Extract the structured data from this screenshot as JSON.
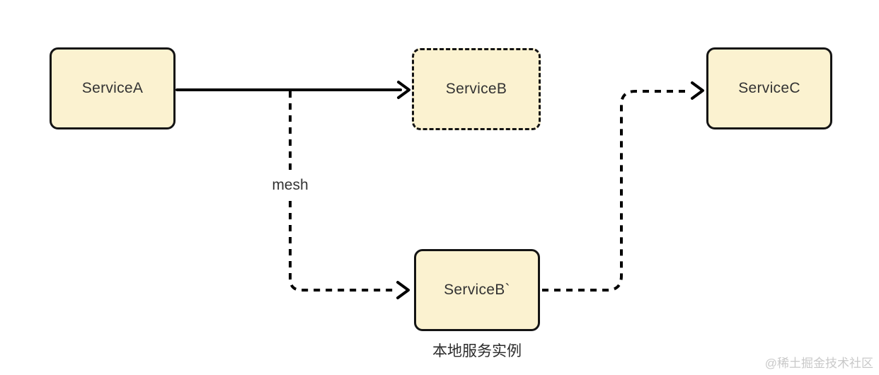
{
  "diagram": {
    "title_implicit": "service mesh local instance routing",
    "nodes": {
      "serviceA": {
        "label": "ServiceA",
        "border": "solid"
      },
      "serviceB": {
        "label": "ServiceB",
        "border": "dashed"
      },
      "serviceC": {
        "label": "ServiceC",
        "border": "solid"
      },
      "serviceBLocal": {
        "label": "ServiceB`",
        "border": "solid",
        "caption": "本地服务实例"
      }
    },
    "edges": {
      "a_to_b": {
        "style": "solid",
        "label": ""
      },
      "a_to_b_local": {
        "style": "dashed",
        "label": "mesh"
      },
      "b_local_to_c": {
        "style": "dashed",
        "label": ""
      }
    },
    "colors": {
      "node_fill": "#FBF2D0",
      "node_border": "#141414",
      "edge_stroke": "#000000",
      "label_text": "#333333",
      "watermark_text": "#c9c9c9",
      "background": "#ffffff"
    }
  },
  "watermark": {
    "text": "@稀土掘金技术社区"
  }
}
